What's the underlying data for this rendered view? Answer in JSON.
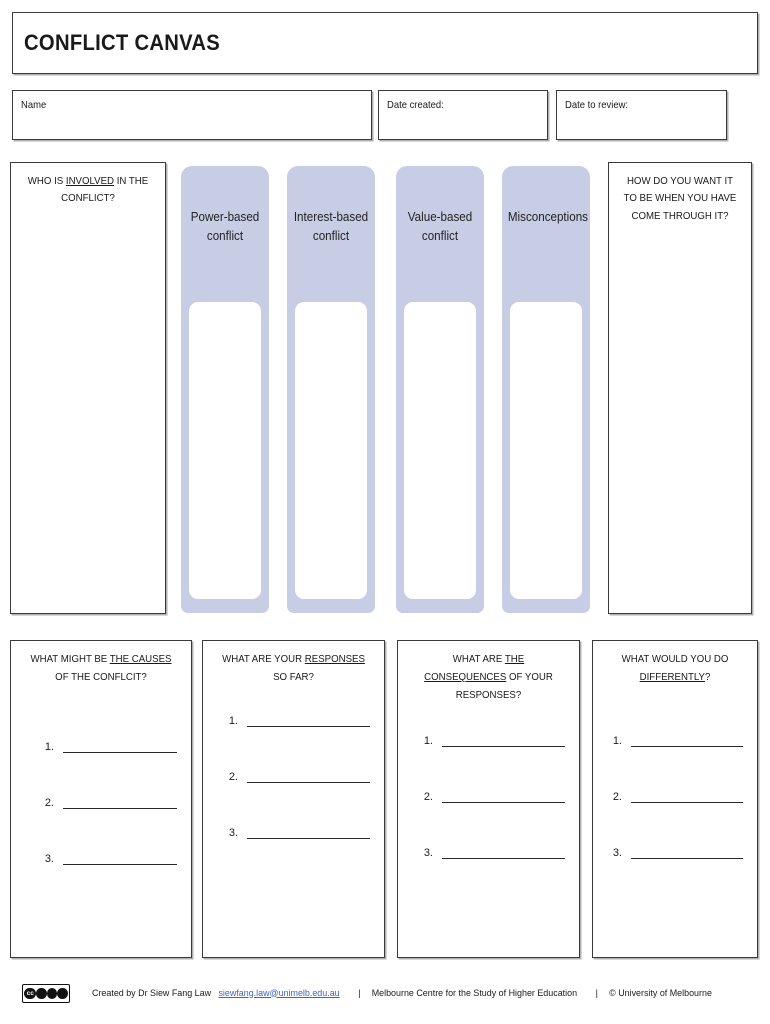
{
  "title": "CONFLICT CANVAS",
  "meta": {
    "name_label": "Name",
    "date_created_label": "Date created:",
    "date_to_review_label": "Date to review:"
  },
  "middle": {
    "who_prompt_a": "WHO IS ",
    "who_prompt_underlined": "INVOLVED",
    "who_prompt_b": " IN THE CONFLICT?",
    "outcome_prompt": "HOW DO YOU WANT IT TO BE WHEN YOU HAVE COME THROUGH IT?",
    "columns": [
      {
        "label": "Power-based conflict"
      },
      {
        "label": "Interest-based conflict"
      },
      {
        "label": "Value-based conflict"
      },
      {
        "label": "Misconceptions"
      }
    ]
  },
  "bottom": {
    "causes": {
      "title_a": "WHAT MIGHT BE ",
      "title_underlined": "THE CAUSES",
      "title_b": " OF THE CONFLCIT?",
      "items": [
        "1.",
        "2.",
        "3."
      ]
    },
    "responses": {
      "title_a": "WHAT ARE YOUR ",
      "title_underlined": "RESPONSES",
      "title_b": " SO FAR?",
      "items": [
        "1.",
        "2.",
        "3."
      ]
    },
    "consequences": {
      "title_a": "WHAT ARE ",
      "title_underlined": "THE CONSEQUENCES",
      "title_b": " OF YOUR RESPONSES?",
      "items": [
        "1.",
        "2.",
        "3."
      ]
    },
    "differently": {
      "title_a": "WHAT WOULD YOU DO ",
      "title_underlined": "DIFFERENTLY",
      "title_b": "?",
      "items": [
        "1.",
        "2.",
        "3."
      ]
    }
  },
  "footer": {
    "license_badge": "cc-by-nc-nd-badge",
    "cc_mark": "cc",
    "cc_by": "BY",
    "cc_nc": "NC",
    "cc_nd": "ND",
    "created_by": "Created by Dr Siew Fang Law",
    "email": "siewfang.law@unimelb.edu.au",
    "separator_1": "|",
    "centre": "Melbourne Centre for the Study of Higher Education",
    "separator_2": "|",
    "copyright": "© University of Melbourne"
  },
  "colors": {
    "column_fill": "#c6cde4",
    "border": "#3a3a3a",
    "link": "#3a66c8"
  }
}
